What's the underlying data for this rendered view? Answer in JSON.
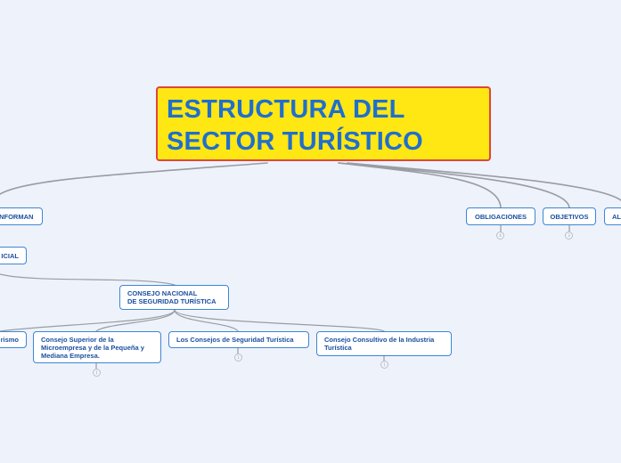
{
  "central_topic": {
    "line1": "ESTRUCTURA DEL",
    "line2": "SECTOR TURÍSTICO"
  },
  "top_nodes": {
    "informan": "INFORMAN",
    "obligaciones": "OBLIGACIONES",
    "objetivos": "OBJETIVOS",
    "al": "AL",
    "icial": "ICIAL"
  },
  "consejo_nacional": {
    "line1": "CONSEJO NACIONAL",
    "line2": "DE SEGURIDAD TURÍSTICA"
  },
  "sub_nodes": {
    "rismo": "rismo",
    "consejo_superior": "Consejo Superior de la Microempresa y de la Pequeña y Mediana Empresa.",
    "consejos_seguridad": "Los Consejos de Seguridad Turística",
    "consejo_consultivo": "Consejo Consultivo de la Industria Turística"
  },
  "colors": {
    "central_fill": "#ffe713",
    "central_border": "#e0453a",
    "central_text": "#1f6fcc",
    "node_border": "#3d86d6",
    "node_text": "#1b4fa0",
    "connector": "#9a9ca3",
    "background": "#eef2fa"
  }
}
